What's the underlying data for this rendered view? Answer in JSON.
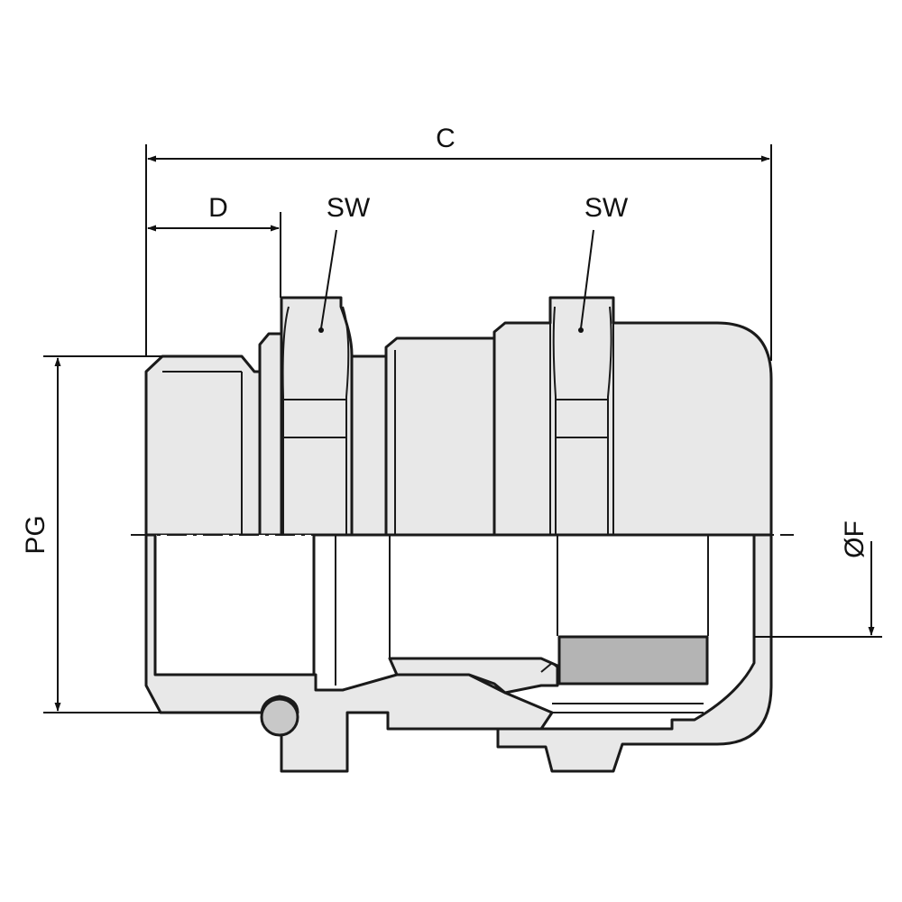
{
  "dimensions": {
    "overall_length": "C",
    "thread_length": "D",
    "wrench_size_1": "SW",
    "wrench_size_2": "SW",
    "thread_size": "PG",
    "cable_diameter": "ØF"
  },
  "colors": {
    "body_fill": "#e8e8e8",
    "outline": "#1a1a1a",
    "seal_insert": "#b4b4b4",
    "background": "#ffffff"
  }
}
